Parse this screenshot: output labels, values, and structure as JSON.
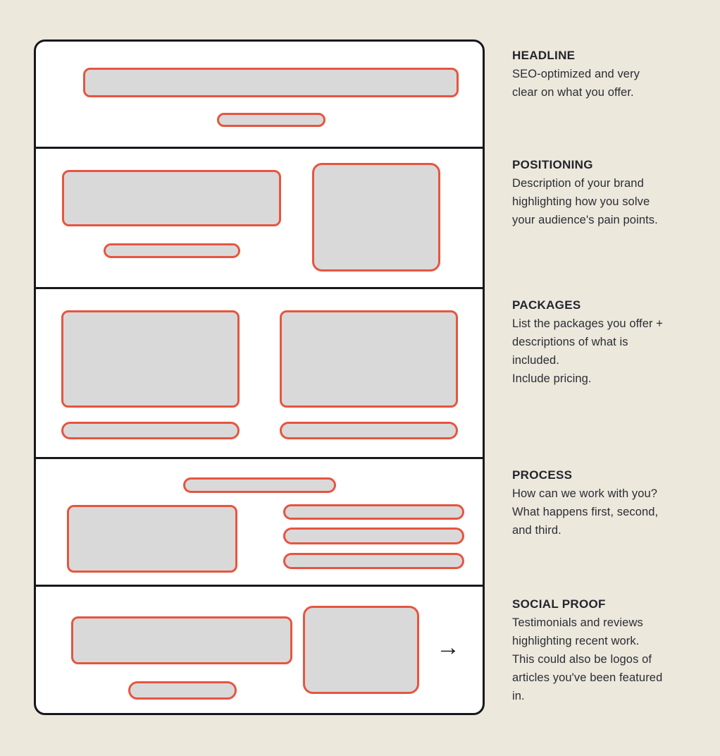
{
  "colors": {
    "background": "#EDE8DC",
    "panel_bg": "#FFFFFF",
    "outline": "#17181C",
    "shape_fill": "#D9D9D9",
    "shape_border": "#E65540",
    "text": "#2A2D35",
    "title_text": "#22252D"
  },
  "wireframe": {
    "arrow_icon": "→"
  },
  "annotations": [
    {
      "title": "HEADLINE",
      "body": "SEO-optimized and very\nclear on what you offer."
    },
    {
      "title": "POSITIONING",
      "body": "Description of your brand\nhighlighting how you solve\nyour audience's pain points."
    },
    {
      "title": "PACKAGES",
      "body": "List the packages you offer +\ndescriptions of what is\nincluded.\nInclude pricing."
    },
    {
      "title": "PROCESS",
      "body": "How can we work with you?\nWhat happens first, second,\nand third."
    },
    {
      "title": "SOCIAL PROOF",
      "body": "Testimonials and reviews\nhighlighting recent work.\nThis could also be logos of\narticles you've been featured\nin."
    }
  ]
}
